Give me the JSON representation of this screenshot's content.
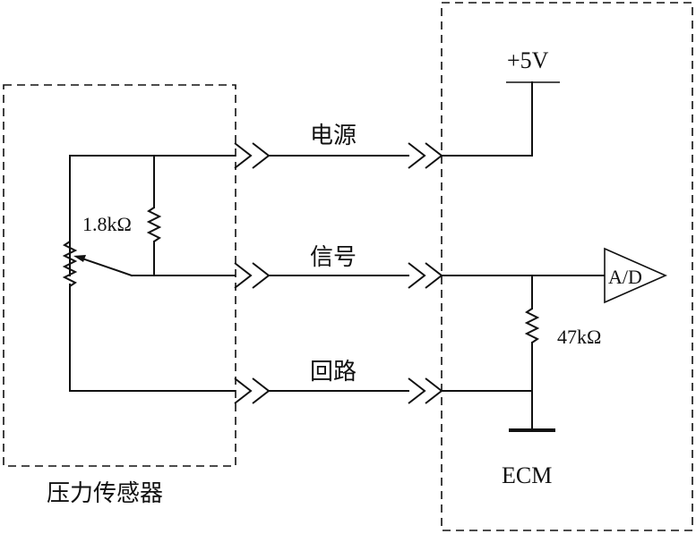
{
  "labels": {
    "power_line": "电源",
    "signal_line": "信号",
    "return_line": "回路",
    "sensor_box": "压力传感器",
    "ecm_box": "ECM",
    "supply_voltage": "+5V",
    "sensor_resistor": "1.8kΩ",
    "pulldown_resistor": "47kΩ",
    "converter": "A/D"
  }
}
